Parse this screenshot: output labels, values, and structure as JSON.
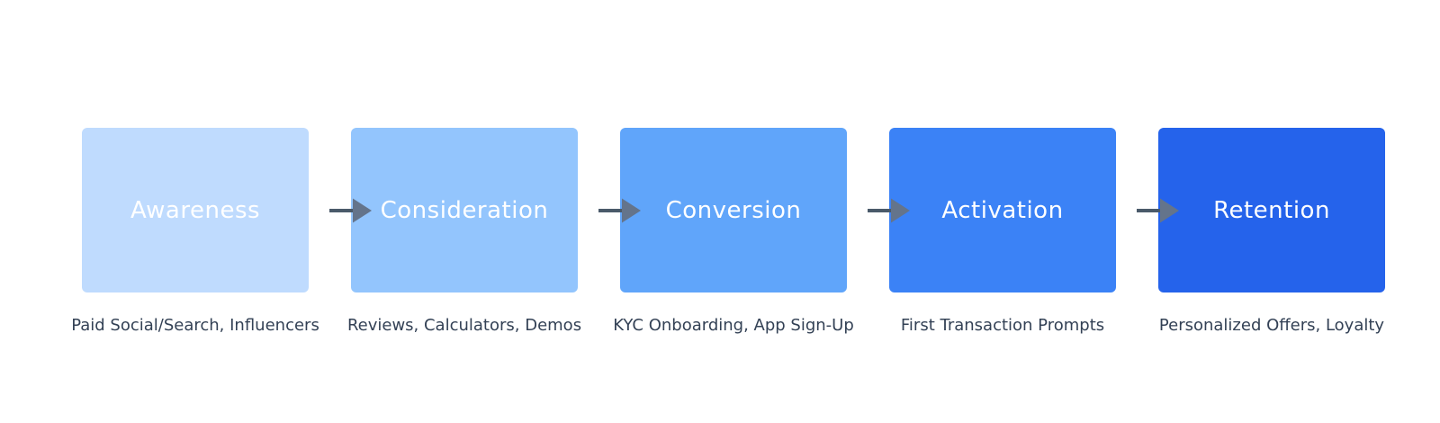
{
  "diagram": {
    "type": "funnel-flow",
    "background": "#FFFFFF",
    "label_text_color": "#FFFFFF",
    "caption_text_color": "#334155",
    "arrow": {
      "line_color": "#4A5A6A",
      "head_color": "#64748B"
    },
    "stages": [
      {
        "label": "Awareness",
        "caption": "Paid Social/Search, Influencers",
        "color": "#BFDBFE"
      },
      {
        "label": "Consideration",
        "caption": "Reviews, Calculators, Demos",
        "color": "#93C5FD"
      },
      {
        "label": "Conversion",
        "caption": "KYC Onboarding, App Sign-Up",
        "color": "#60A5FA"
      },
      {
        "label": "Activation",
        "caption": "First Transaction Prompts",
        "color": "#3B82F6"
      },
      {
        "label": "Retention",
        "caption": "Personalized Offers, Loyalty",
        "color": "#2563EB"
      }
    ]
  }
}
